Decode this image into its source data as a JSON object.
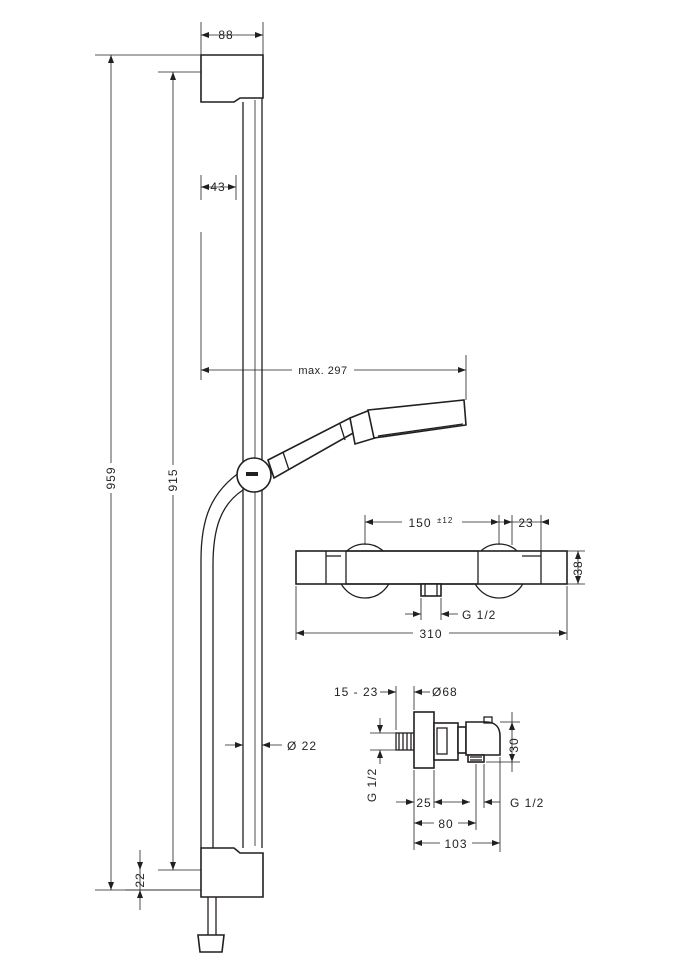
{
  "rail_dims": {
    "width_top": "88",
    "offset": "43",
    "overall_height": "959",
    "height_915": "915",
    "max_reach": "max. 297",
    "rail_diameter": "Ø 22",
    "bottom_offset": "22"
  },
  "thermostat_front": {
    "spacing": "150",
    "tolerance": "±12",
    "right": "23",
    "height": "38",
    "outlet": "G 1/2",
    "width": "310"
  },
  "thermostat_side": {
    "adjust": "15 - 23",
    "diameter": "Ø68",
    "inlet": "G 1/2",
    "height30": "30",
    "d25": "25",
    "outlet": "G 1/2",
    "d80": "80",
    "d103": "103"
  }
}
